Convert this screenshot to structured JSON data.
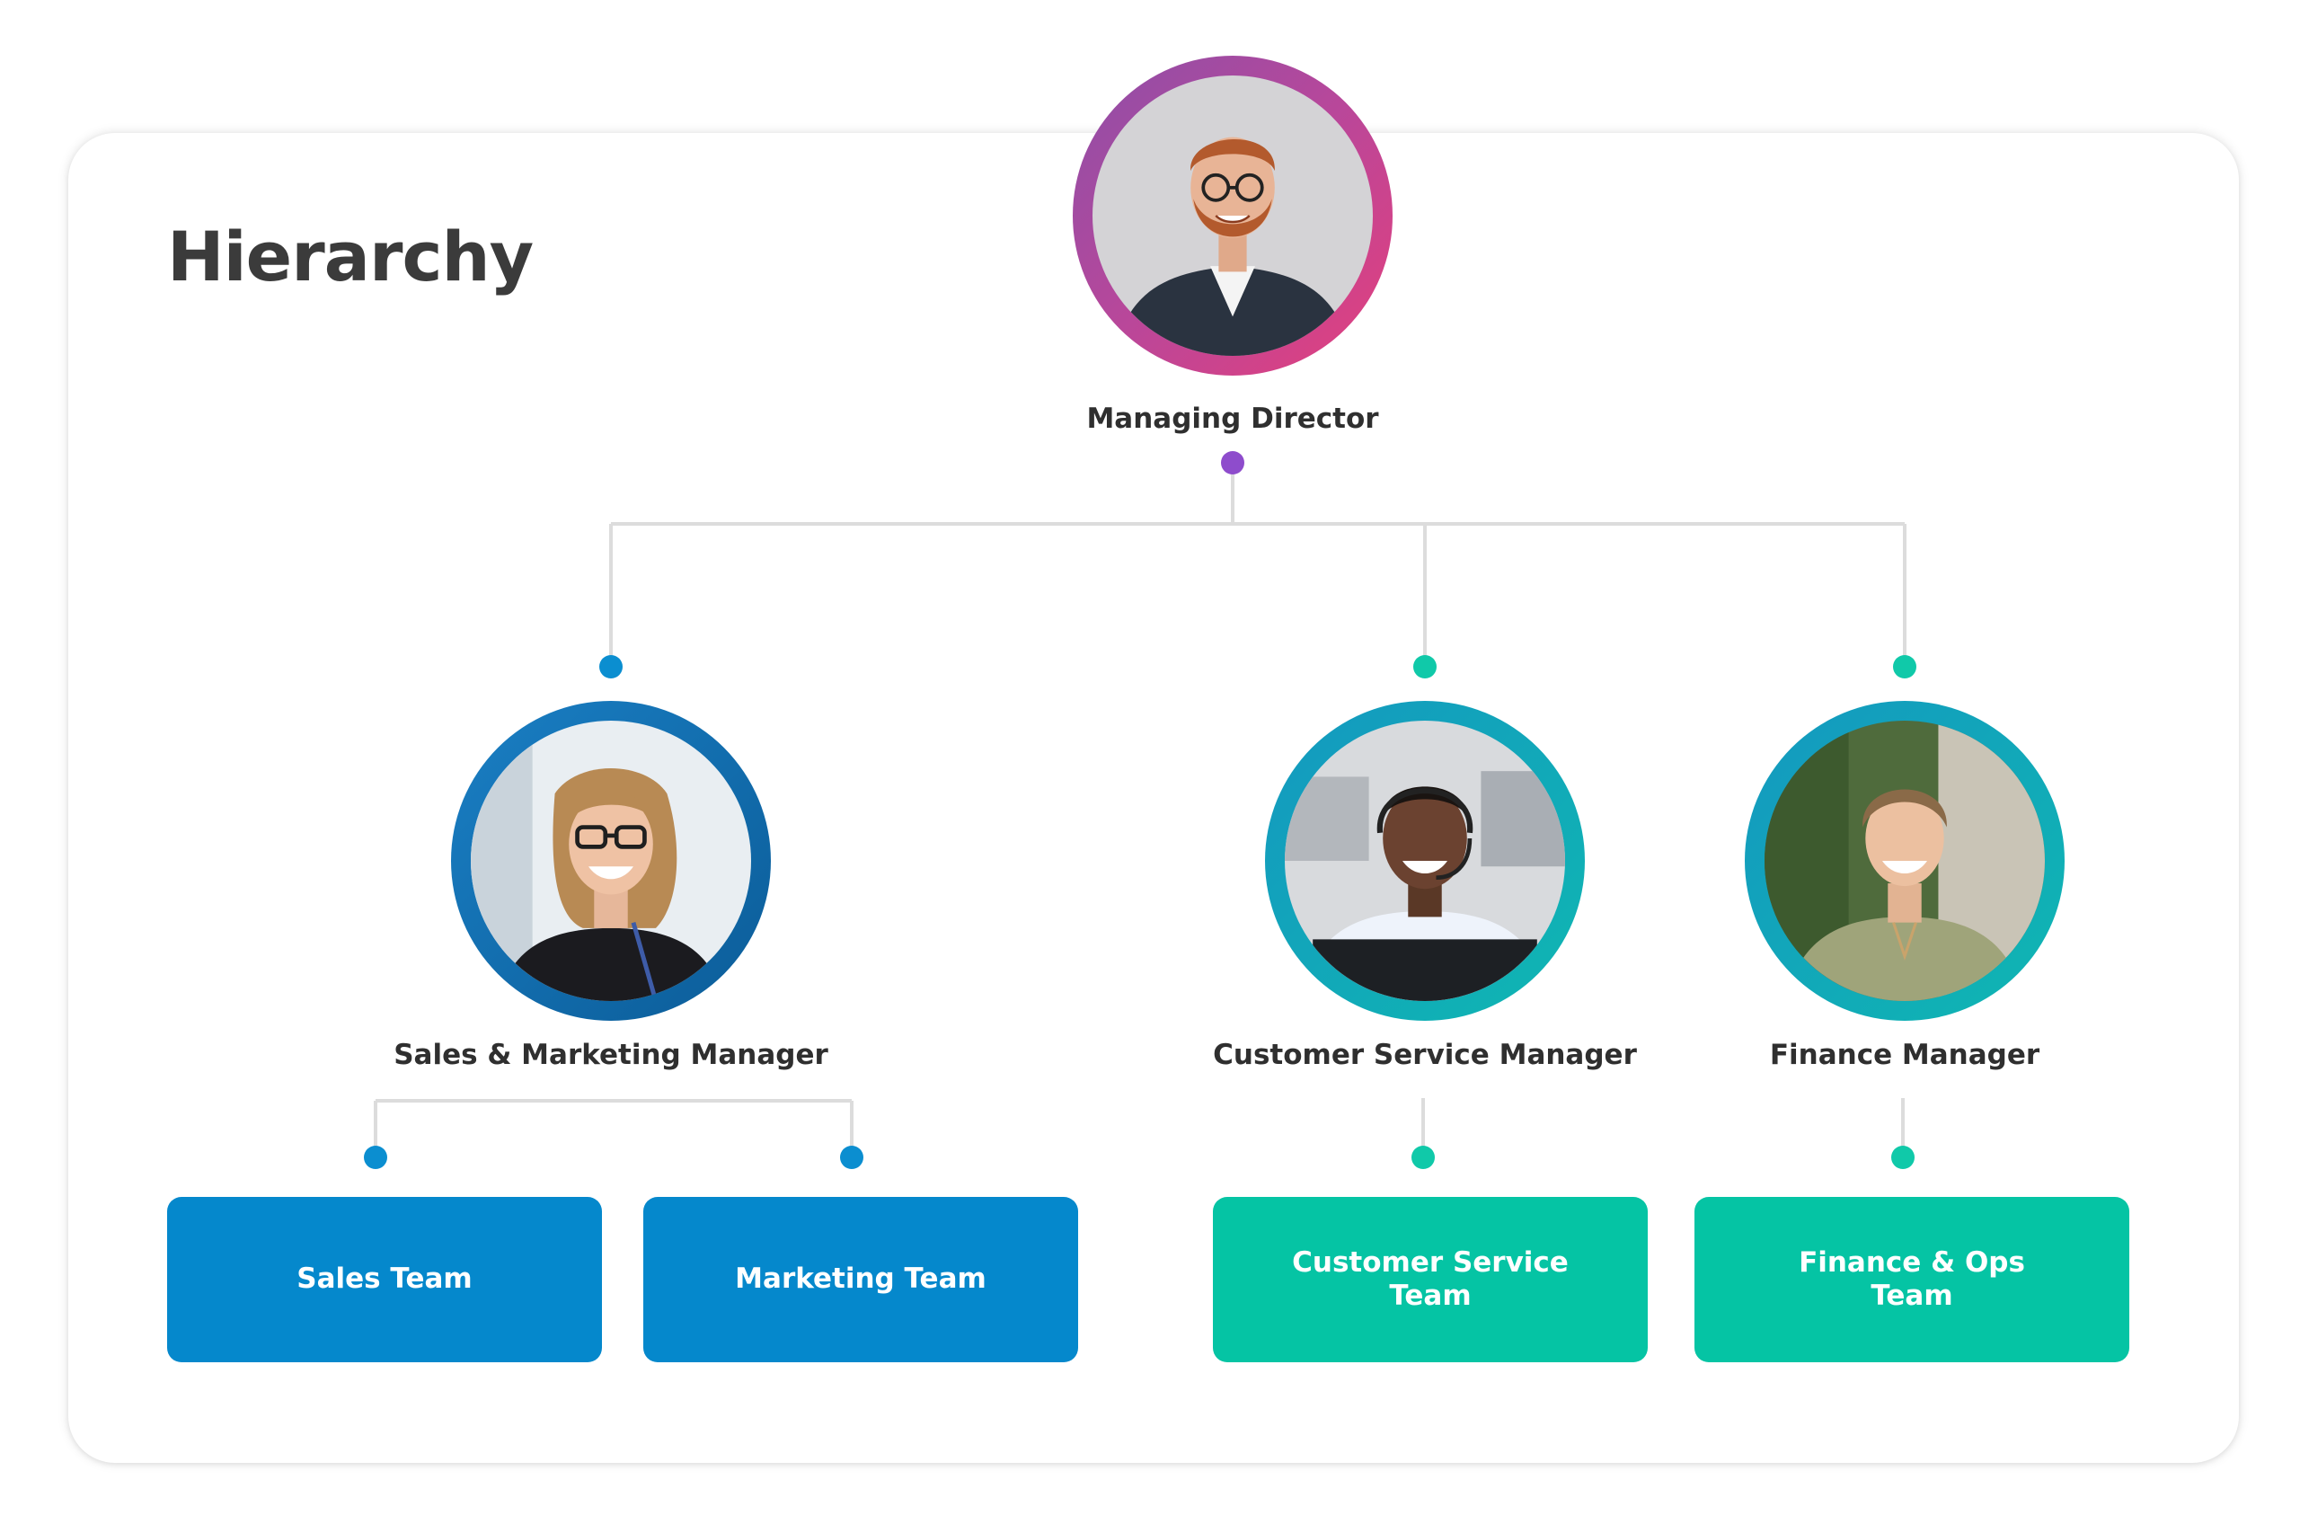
{
  "title": "Hierarchy",
  "colors": {
    "director_ring_start": "#8d4fa8",
    "director_ring_end": "#e43f7c",
    "blue_ring": "#0b6fb0",
    "teal_ring": "#13b2b5",
    "blue_dot": "#0b8ed0",
    "teal_dot": "#10c9a9",
    "purple_dot": "#8e4ccc",
    "connector": "#dcdcdc",
    "team_blue": "#0588cc",
    "team_green": "#05c4a4"
  },
  "director": {
    "role": "Managing Director",
    "photo": "man-with-beard-photo"
  },
  "managers": [
    {
      "role": "Sales & Marketing Manager",
      "photo": "woman-with-glasses-photo"
    },
    {
      "role": "Customer Service Manager",
      "photo": "man-with-headset-photo"
    },
    {
      "role": "Finance Manager",
      "photo": "woman-smiling-photo"
    }
  ],
  "teams": [
    {
      "label": "Sales Team"
    },
    {
      "label": "Marketing Team"
    },
    {
      "label": "Customer Service Team"
    },
    {
      "label": "Finance & Ops Team"
    }
  ]
}
